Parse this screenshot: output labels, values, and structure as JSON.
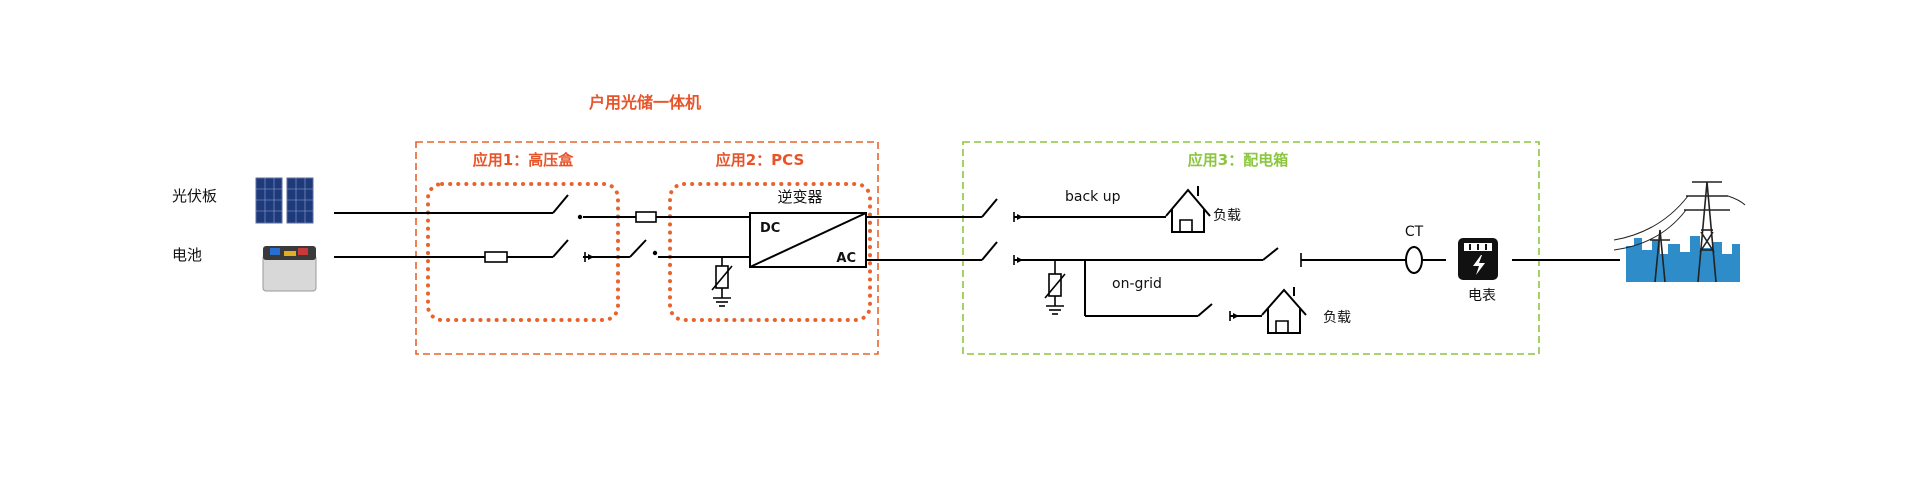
{
  "title": "户用光储一体机",
  "sources": {
    "pv_label": "光伏板",
    "battery_label": "电池"
  },
  "boxes": {
    "app1": "应用1：高压盒",
    "app2": "应用2：PCS",
    "app3": "应用3：配电箱"
  },
  "inverter": {
    "label": "逆变器",
    "dc": "DC",
    "ac": "AC"
  },
  "distribution": {
    "backup_label": "back up",
    "ongrid_label": "on-grid",
    "load_label_1": "负载",
    "load_label_2": "负载",
    "ct_label": "CT",
    "meter_label": "电表"
  },
  "colors": {
    "orange_box": "#E8642C",
    "orange_text": "#E8542A",
    "green": "#8CC63F",
    "meter": "#111111",
    "grid_blue": "#2E8CC8"
  },
  "icons": [
    "solar-panel-icon",
    "battery-icon",
    "fuse-icon",
    "switch-icon",
    "varistor-icon",
    "ground-icon",
    "house-icon",
    "meter-icon",
    "power-tower-icon"
  ]
}
